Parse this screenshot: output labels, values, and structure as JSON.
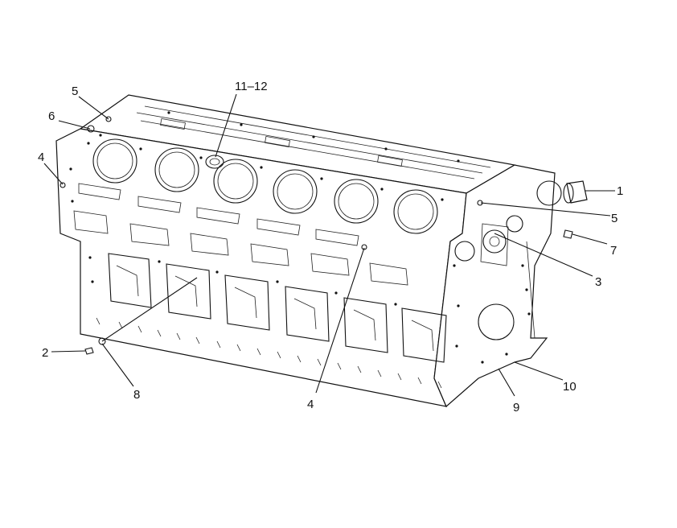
{
  "callouts": [
    {
      "id": "1",
      "label": "1"
    },
    {
      "id": "2",
      "label": "2"
    },
    {
      "id": "3",
      "label": "3"
    },
    {
      "id": "4a",
      "label": "4"
    },
    {
      "id": "4b",
      "label": "4"
    },
    {
      "id": "5a",
      "label": "5"
    },
    {
      "id": "5b",
      "label": "5"
    },
    {
      "id": "6",
      "label": "6"
    },
    {
      "id": "7",
      "label": "7"
    },
    {
      "id": "8",
      "label": "8"
    },
    {
      "id": "9",
      "label": "9"
    },
    {
      "id": "10",
      "label": "10"
    },
    {
      "id": "11-12",
      "label": "11–12"
    }
  ],
  "colors": {
    "ink": "#111111",
    "paper": "#ffffff"
  }
}
